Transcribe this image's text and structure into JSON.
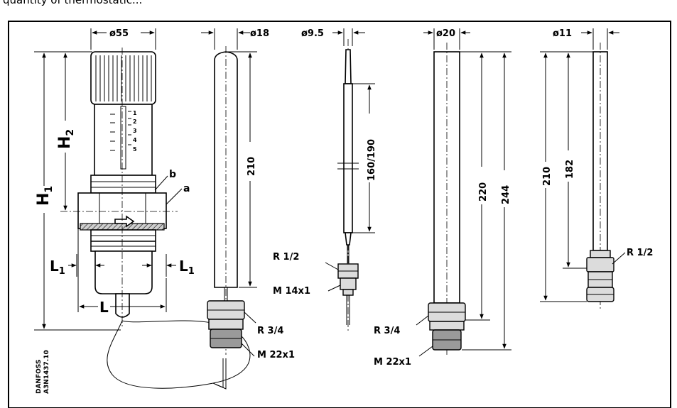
{
  "cropped_caption": "quantity of thermostatic...",
  "labels": {
    "d55": "ø55",
    "d18": "ø18",
    "d9_5": "ø9.5",
    "d20": "ø20",
    "d11": "ø11",
    "h2": "H",
    "h2_sub": "2",
    "h1": "H",
    "h1_sub": "1",
    "a": "a",
    "b": "b",
    "l1_left": "L",
    "l1_left_sub": "1",
    "l1_right": "L",
    "l1_right_sub": "1",
    "l": "L",
    "scale_1": "1",
    "scale_2": "2",
    "scale_3": "3",
    "scale_4": "4",
    "scale_5": "5",
    "dim_210_bulb1": "210",
    "dim_160_190": "160/190",
    "r12_left": "R 1/2",
    "m14": "M 14x1",
    "r34_left": "R 3/4",
    "m22_left": "M 22x1",
    "dim_220": "220",
    "dim_244": "244",
    "r34_right": "R 3/4",
    "m22_right": "M 22x1",
    "dim_210_bulb4": "210",
    "dim_182": "182",
    "r12_right": "R 1/2",
    "danfoss": "DANFOSS",
    "drawing_no": "A3N1437.10"
  },
  "colors": {
    "line": "#000000",
    "background": "#ffffff",
    "shade_light": "#dcdcdc",
    "shade_dark": "#9a9a9a"
  }
}
